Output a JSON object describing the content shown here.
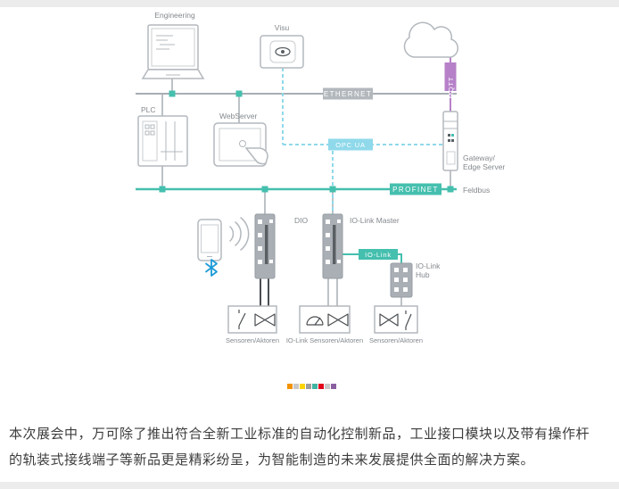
{
  "diagram": {
    "labels": {
      "engineering": "Engineering",
      "visu": "Visu",
      "plc": "PLC",
      "webserver": "WebServer",
      "ethernet": "ETHERNET",
      "opcua": "OPC UA",
      "mqtt": "MQTT",
      "gateway_line1": "Gateway/",
      "gateway_line2": "Edge Server",
      "profinet": "PROFINET",
      "feldbus": "Feldbus",
      "dio": "DIO",
      "iolink_master": "IO-Link Master",
      "iolink": "IO-Link",
      "iolink_hub_line1": "IO-Link",
      "iolink_hub_line2": "Hub",
      "sensors_left": "Sensoren/Aktoren",
      "sensors_middle": "IO-Link Sensoren/Aktoren",
      "sensors_right": "Sensoren/Aktoren"
    },
    "colors": {
      "teal": "#45bfae",
      "cyan": "#8fd9ea",
      "purple": "#b681c9",
      "gray": "#a7adb3",
      "bluetooth_blue": "#1d9bd7"
    },
    "color_strip": [
      "#f39200",
      "#c8c8c8",
      "#ffd500",
      "#9d9d9c",
      "#3fb4a2",
      "#e2001a",
      "#c8c8c8",
      "#8a5fa0"
    ]
  },
  "caption": {
    "text": "本次展会中，万可除了推出符合全新工业标准的自动化控制新品，工业接口模块以及带有操作杆的轨装式接线端子等新品更是精彩纷呈，为智能制造的未来发展提供全面的解决方案。"
  }
}
